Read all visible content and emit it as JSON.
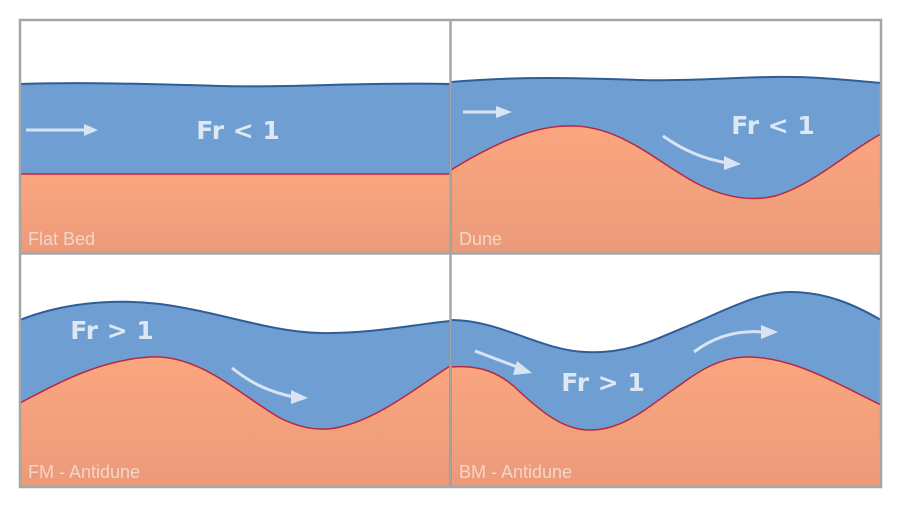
{
  "panels": [
    {
      "label": "Flat Bed",
      "froude": "Fr < 1"
    },
    {
      "label": "Dune",
      "froude": "Fr < 1"
    },
    {
      "label": "FM - Antidune",
      "froude": "Fr > 1"
    },
    {
      "label": "BM - Antidune",
      "froude": "Fr > 1"
    }
  ],
  "colors": {
    "water_fill": "#6f9ed3",
    "water_line": "#2e5d99",
    "bed_top": "#f9a47e",
    "bed_bottom": "#ec9a78",
    "bed_line": "#b8283f",
    "arrow": "#d8e4f2",
    "frame": "#a6a6a6",
    "label_text": "#f3d6c8",
    "fr_text": "#dde8f4"
  }
}
